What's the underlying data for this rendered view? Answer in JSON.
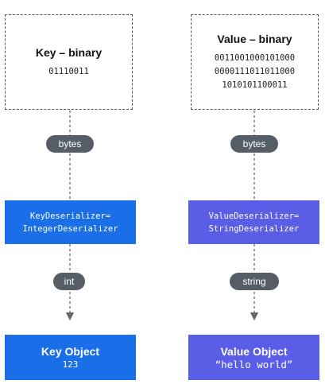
{
  "key_column": {
    "binary_title": "Key – binary",
    "binary_lines": [
      "01110011"
    ],
    "transport_label": "bytes",
    "deserializer_lines": [
      "KeyDeserializer=",
      "IntegerDeserializer"
    ],
    "output_type_label": "int",
    "object_title": "Key Object",
    "object_value": "123"
  },
  "value_column": {
    "binary_title": "Value – binary",
    "binary_lines": [
      "0011001000101000",
      "0000111011011000",
      "1010101100011"
    ],
    "transport_label": "bytes",
    "deserializer_lines": [
      "ValueDeserializer=",
      "StringDeserializer"
    ],
    "output_type_label": "string",
    "object_title": "Value Object",
    "object_value": "“hello world”"
  },
  "colors": {
    "key_accent": "#1a6ee8",
    "value_accent": "#5a5de6",
    "pill": "#555d66",
    "connector": "#666666"
  }
}
